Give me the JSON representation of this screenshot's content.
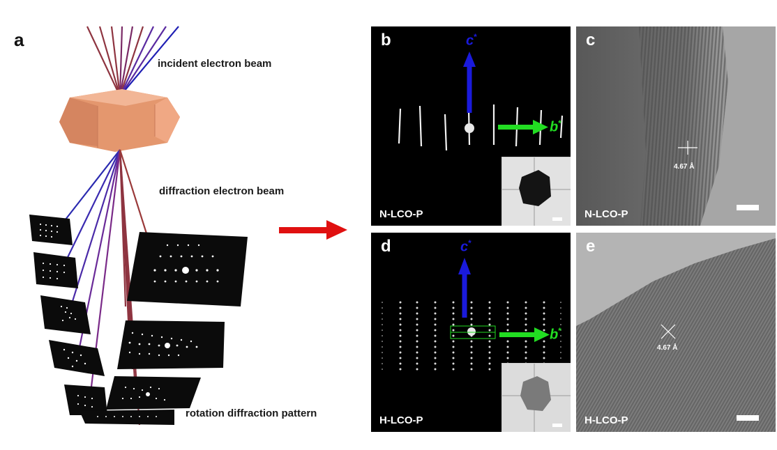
{
  "panel_a": {
    "letter": "a",
    "incident_label": "incident electron beam",
    "diffraction_label": "diffraction electron beam",
    "rotation_label": "rotation diffraction pattern"
  },
  "panel_b": {
    "letter": "b",
    "sample": "N-LCO-P",
    "c_axis": "c",
    "b_axis": "b",
    "axis_sup": "*"
  },
  "panel_c": {
    "letter": "c",
    "sample": "N-LCO-P",
    "d_spacing": "4.67 Å"
  },
  "panel_d": {
    "letter": "d",
    "sample": "H-LCO-P",
    "c_axis": "c",
    "b_axis": "b",
    "axis_sup": "*"
  },
  "panel_e": {
    "letter": "e",
    "sample": "H-LCO-P",
    "d_spacing": "4.67 Å"
  },
  "colors": {
    "incident_beam_blue": "#1f1fb4",
    "beam_red": "#a03a3a",
    "crystal": "#e9a07a",
    "arrow_red": "#e01010",
    "c_axis_blue": "#1a1adc",
    "b_axis_green": "#22dd22"
  }
}
